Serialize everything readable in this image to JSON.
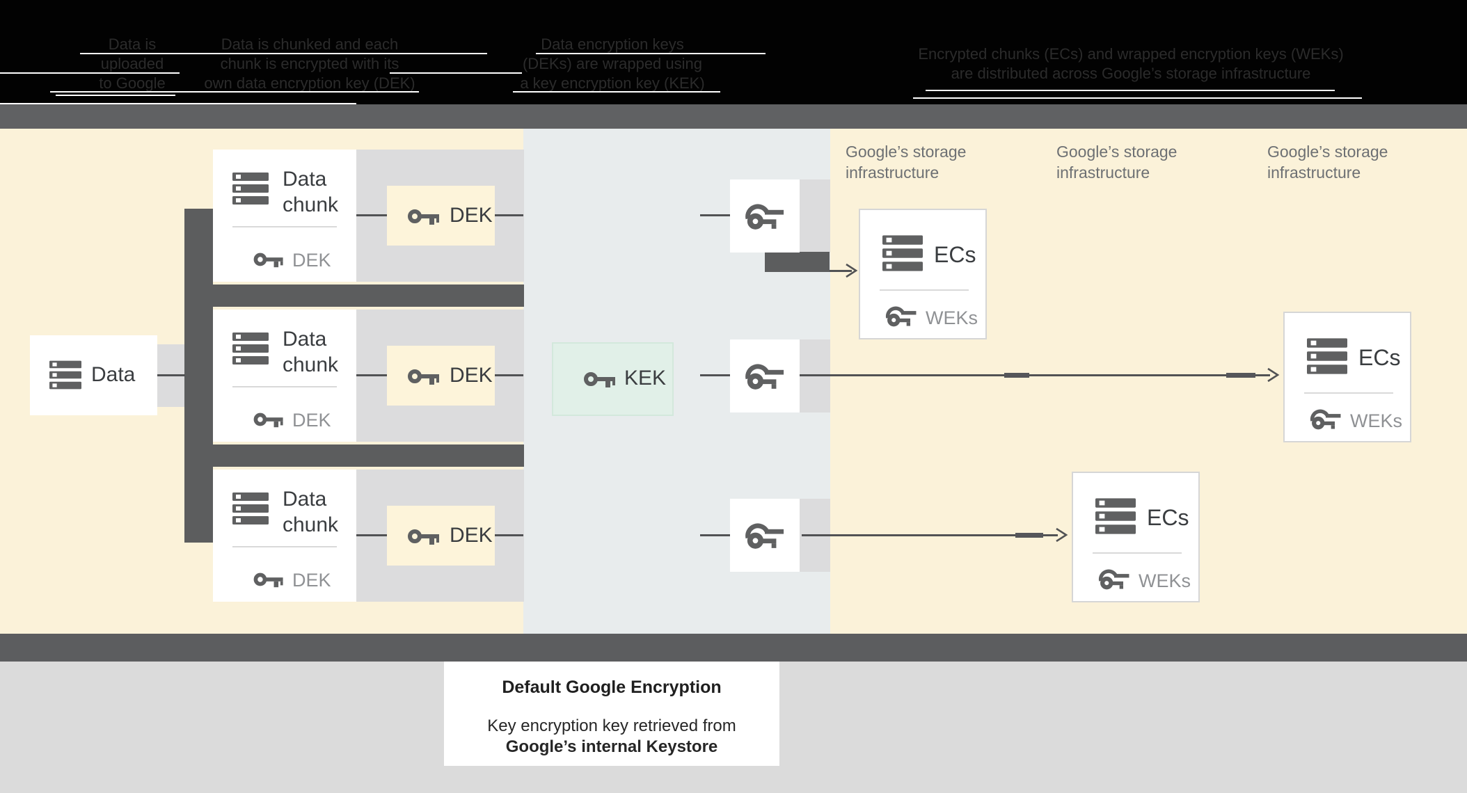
{
  "header": {
    "col1": {
      "line1": "Data is",
      "line2": "uploaded",
      "line3": "to Google"
    },
    "col2": {
      "line1": "Data is chunked and each",
      "line2": "chunk is encrypted with its",
      "line3": "own data encryption key (DEK)"
    },
    "col3": {
      "line1": "Data encryption keys",
      "line2": "(DEKs) are wrapped using",
      "line3": "a key encryption key (KEK)"
    },
    "col4": {
      "line1": "Encrypted chunks (ECs) and wrapped encryption keys (WEKs)",
      "line2": "are distributed across Google’s storage infrastructure"
    }
  },
  "diagram": {
    "data_box": {
      "label": "Data"
    },
    "chunk_box": {
      "title_line1": "Data",
      "title_line2": "chunk",
      "key_label": "DEK"
    },
    "dek_box": {
      "label": "DEK"
    },
    "kek_box": {
      "label": "KEK"
    },
    "ecs_box": {
      "title": "ECs",
      "key_label": "WEKs"
    },
    "storage_label": {
      "line1": "Google’s storage",
      "line2": "infrastructure"
    }
  },
  "caption": {
    "title": "Default Google Encryption",
    "line1": "Key encryption key retrieved from",
    "line2": "Google’s internal Keystore"
  },
  "colors": {
    "header_bg": "#020202",
    "header_text": "#2b2b2b",
    "gray_band": "#606163",
    "cream_bg": "#fbf2d9",
    "panel_bg": "#e8eced",
    "row_band": "#dcdcdd",
    "connector_dark": "#5c5d5e",
    "dek_yellow": "#fdf4da",
    "kek_green": "#e1f0e8",
    "icon_gray": "#5f6061",
    "muted_text": "#8f9194"
  }
}
